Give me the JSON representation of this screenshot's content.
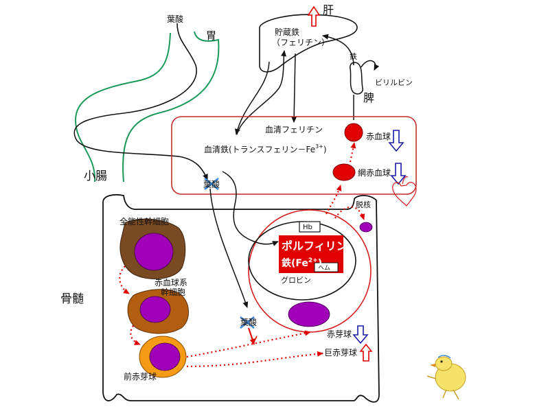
{
  "labels": {
    "folate": "葉酸",
    "stomach": "胃",
    "small_intestine": "小腸",
    "liver": "肝",
    "storage_iron": "貯蔵鉄",
    "ferritin": "（フェリチン）",
    "spleen": "脾",
    "iron": "鉄",
    "bilirubin": "ビリルビン",
    "serum_ferritin": "血清フェリチン",
    "serum_iron": "血清鉄(トランスフェリン－Fe",
    "serum_iron_sup": "3+",
    "serum_iron_close": ")",
    "rbc": "赤血球",
    "reticulocyte": "網赤血球",
    "denucleation": "脱核",
    "bone_marrow": "骨髄",
    "pluripotent_stem_cell": "全能性幹細胞",
    "erythroid_stem_cell_1": "赤血球系",
    "erythroid_stem_cell_2": "幹細胞",
    "proerythroblast": "前赤芽球",
    "hb": "Hb",
    "porphyrin": "ポルフィリン",
    "iron_fe2_prefix": "鉄(Fe",
    "iron_fe2_sup": "2+",
    "iron_fe2_suffix": ")",
    "heme": "ヘム",
    "globin": "グロビン",
    "erythroblast": "赤芽球",
    "megaloblast": "巨赤芽球",
    "folate_crossed_1": "葉酸",
    "folate_crossed_2": "葉酸"
  },
  "colors": {
    "red": "#e00000",
    "blood_box": "#c62828",
    "blue_arrow": "#1a1aa8",
    "green_stomach": "#1a9a5a",
    "violet": "#a000b8",
    "brown_dark": "#7a4a22",
    "brown_mid": "#b25e10",
    "orange": "#f59a14"
  },
  "trends": {
    "storage_iron": "up",
    "rbc": "down",
    "reticulocyte": "down",
    "erythroblast": "down",
    "megaloblast": "up"
  },
  "icons": {
    "crossed_out": "blue-x-icon",
    "heart": "heart-icon",
    "chick": "chick-illustration"
  }
}
